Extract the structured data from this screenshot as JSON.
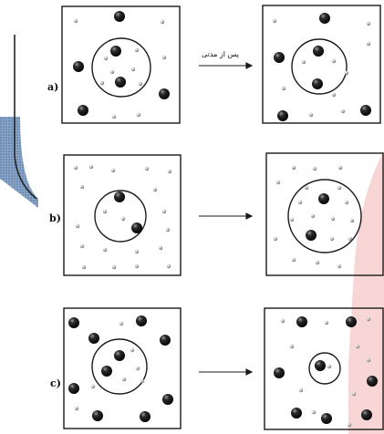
{
  "figure": {
    "caption": "پس از مدتی",
    "rows": [
      {
        "label": "a)"
      },
      {
        "label": "b)"
      },
      {
        "label": "c)"
      }
    ]
  },
  "colors": {
    "frame": "#1a1a1a",
    "large_particle": "#111111",
    "small_particle": "#7a7a7a",
    "liquid": "#6f8fb5",
    "pink_overlay": "#f7c9c9"
  }
}
